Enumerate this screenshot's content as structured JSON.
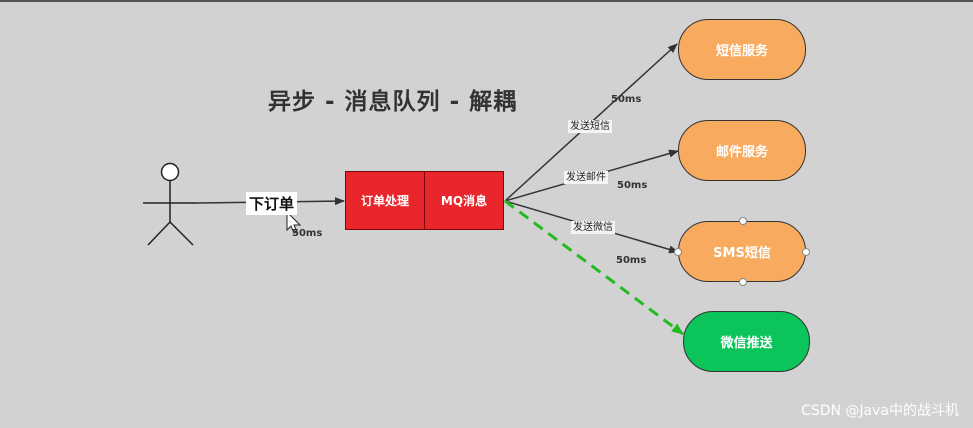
{
  "title": "异步 - 消息队列 - 解耦",
  "order_label": "下订单",
  "order_latency": "50ms",
  "queue": {
    "cell_order": "订单处理",
    "cell_mq": "MQ消息"
  },
  "services": [
    {
      "label": "短信服务",
      "edge_label": "发送短信",
      "latency": "50ms"
    },
    {
      "label": "邮件服务",
      "edge_label": "发送邮件",
      "latency": "50ms"
    },
    {
      "label": "SMS短信",
      "edge_label": "发送微信",
      "latency": "50ms"
    },
    {
      "label": "微信推送"
    }
  ],
  "watermark": "CSDN @Java中的战斗机",
  "colors": {
    "background": "#d2d2d2",
    "queue": "#e8262b",
    "service_orange": "#f8aa5f",
    "service_green": "#0bc55a",
    "dashed_arrow": "#22bb22"
  }
}
